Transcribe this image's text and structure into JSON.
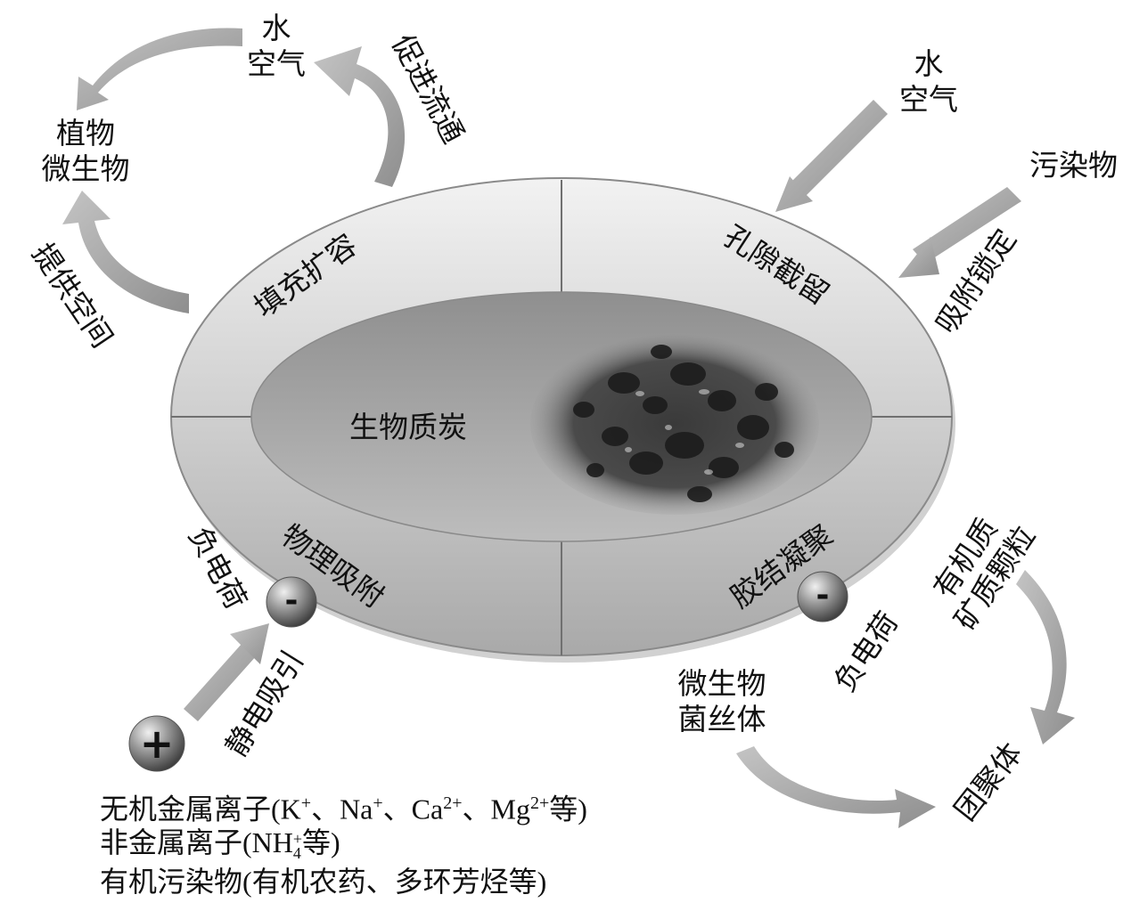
{
  "top_left": {
    "water_air": [
      "水",
      "空气"
    ],
    "plants_microbes": [
      "植物",
      "微生物"
    ],
    "promote_flow": "促进流通",
    "provide_space": "提供空间"
  },
  "top_right": {
    "water_air": [
      "水",
      "空气"
    ],
    "pollutant": "污染物",
    "adsorb_lock": "吸附锁定"
  },
  "ellipse": {
    "center_label": "生物质炭",
    "q_top_left": "填充扩容",
    "q_top_right": "孔隙截留",
    "q_bottom_left": "物理吸附",
    "q_bottom_right": "胶结凝聚"
  },
  "bottom_left": {
    "negative_charge": "负电荷",
    "electrostatic": "静电吸引",
    "minus_sign": "-",
    "plus_sign": "+"
  },
  "bottom_right": {
    "negative_charge": "负电荷",
    "minus_sign": "-",
    "organic_mineral": [
      "有机质",
      "矿质颗粒"
    ],
    "microbe_hyphae": [
      "微生物",
      "菌丝体"
    ],
    "aggregate": "团聚体"
  },
  "bottom_text": {
    "line1_prefix": "无机金属离子(K",
    "line1_sup1": "+",
    "line1_sep1": "、Na",
    "line1_sup2": "+",
    "line1_sep2": "、Ca",
    "line1_sup3": "2+",
    "line1_sep3": "、Mg",
    "line1_sup4": "2+",
    "line1_suffix": "等)",
    "line2_prefix": "非金属离子(NH",
    "line2_sup": "+",
    "line2_sub": "4",
    "line2_suffix": "等)",
    "line3": "有机污染物(有机农药、多环芳烃等)"
  }
}
